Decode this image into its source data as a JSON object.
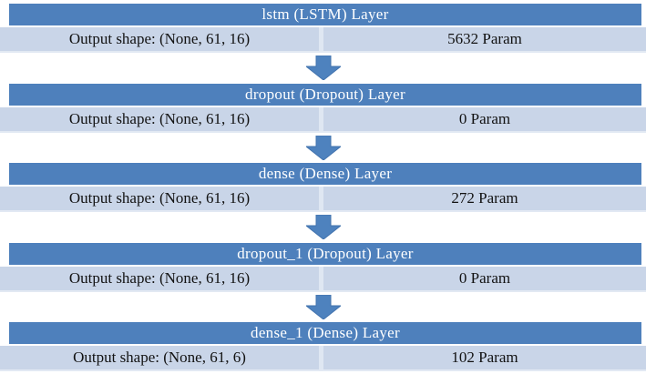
{
  "diagram": {
    "layers": [
      {
        "name": "lstm (LSTM) Layer",
        "output_shape": "Output shape: (None, 61, 16)",
        "params": "5632 Param"
      },
      {
        "name": "dropout (Dropout) Layer",
        "output_shape": "Output shape: (None, 61, 16)",
        "params": "0 Param"
      },
      {
        "name": "dense (Dense) Layer",
        "output_shape": "Output shape: (None, 61, 16)",
        "params": "272 Param"
      },
      {
        "name": "dropout_1 (Dropout) Layer",
        "output_shape": "Output shape: (None, 61, 16)",
        "params": "0 Param"
      },
      {
        "name": "dense_1 (Dense) Layer",
        "output_shape": "Output shape: (None, 61, 6)",
        "params": "102 Param"
      }
    ],
    "connector_icon": "down-arrow-icon"
  },
  "colors": {
    "header_blue": "#4E80BC",
    "row_blue": "#C9D5E8",
    "divider": "#DFE7F2",
    "row_edge": "#E2E9F3",
    "arrow_blue": "#4E82BE",
    "arrow_outline": "#4273AE",
    "header_text": "#FFFFFF",
    "row_text": "#121212"
  }
}
